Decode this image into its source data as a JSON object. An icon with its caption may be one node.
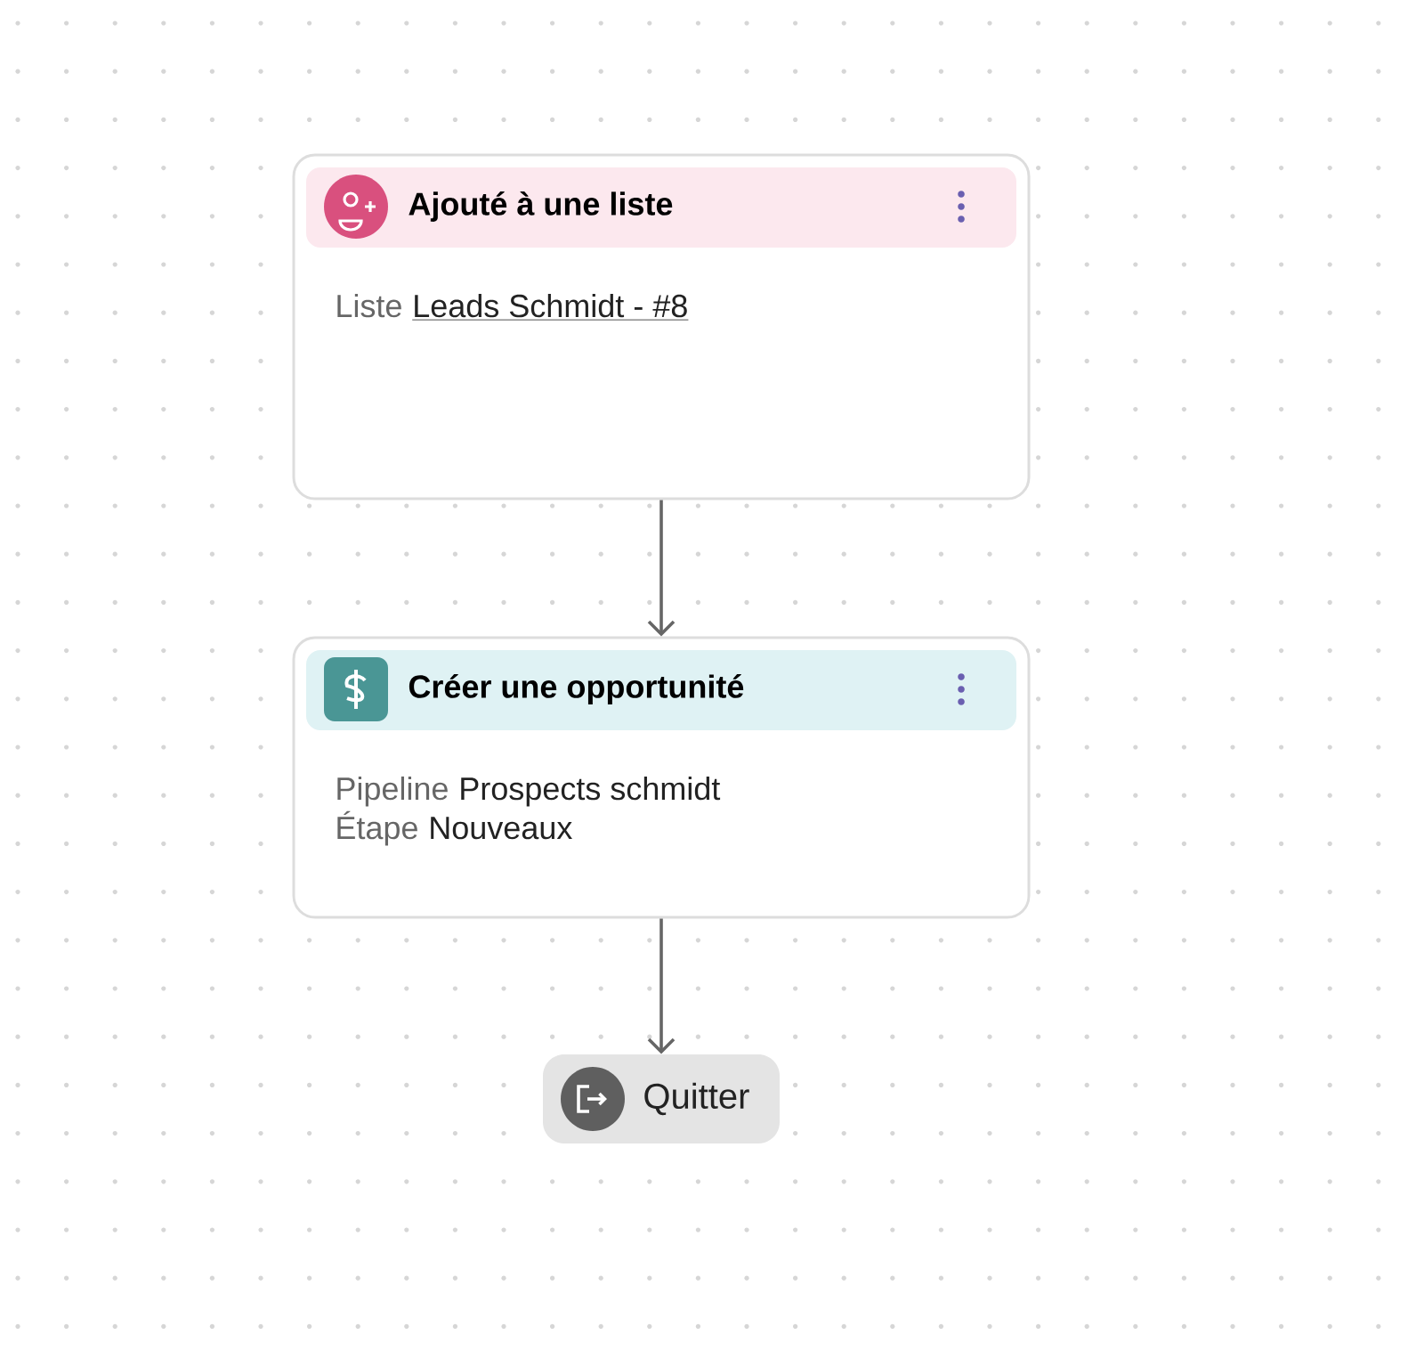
{
  "diagram": {
    "nodes": [
      {
        "text": [
          "Ajouté à une liste",
          "Liste",
          "Leads Schmidt - #8"
        ]
      },
      {
        "text": [
          "Créer une opportunité",
          "Pipeline",
          "Prospects schmidt",
          "Étape",
          "Nouveaux"
        ]
      },
      {
        "text": [
          "Quitter"
        ]
      }
    ],
    "edges": [
      {
        "from": 0,
        "to": 1,
        "arrow": "to"
      },
      {
        "from": 1,
        "to": 2,
        "arrow": "to"
      }
    ]
  }
}
